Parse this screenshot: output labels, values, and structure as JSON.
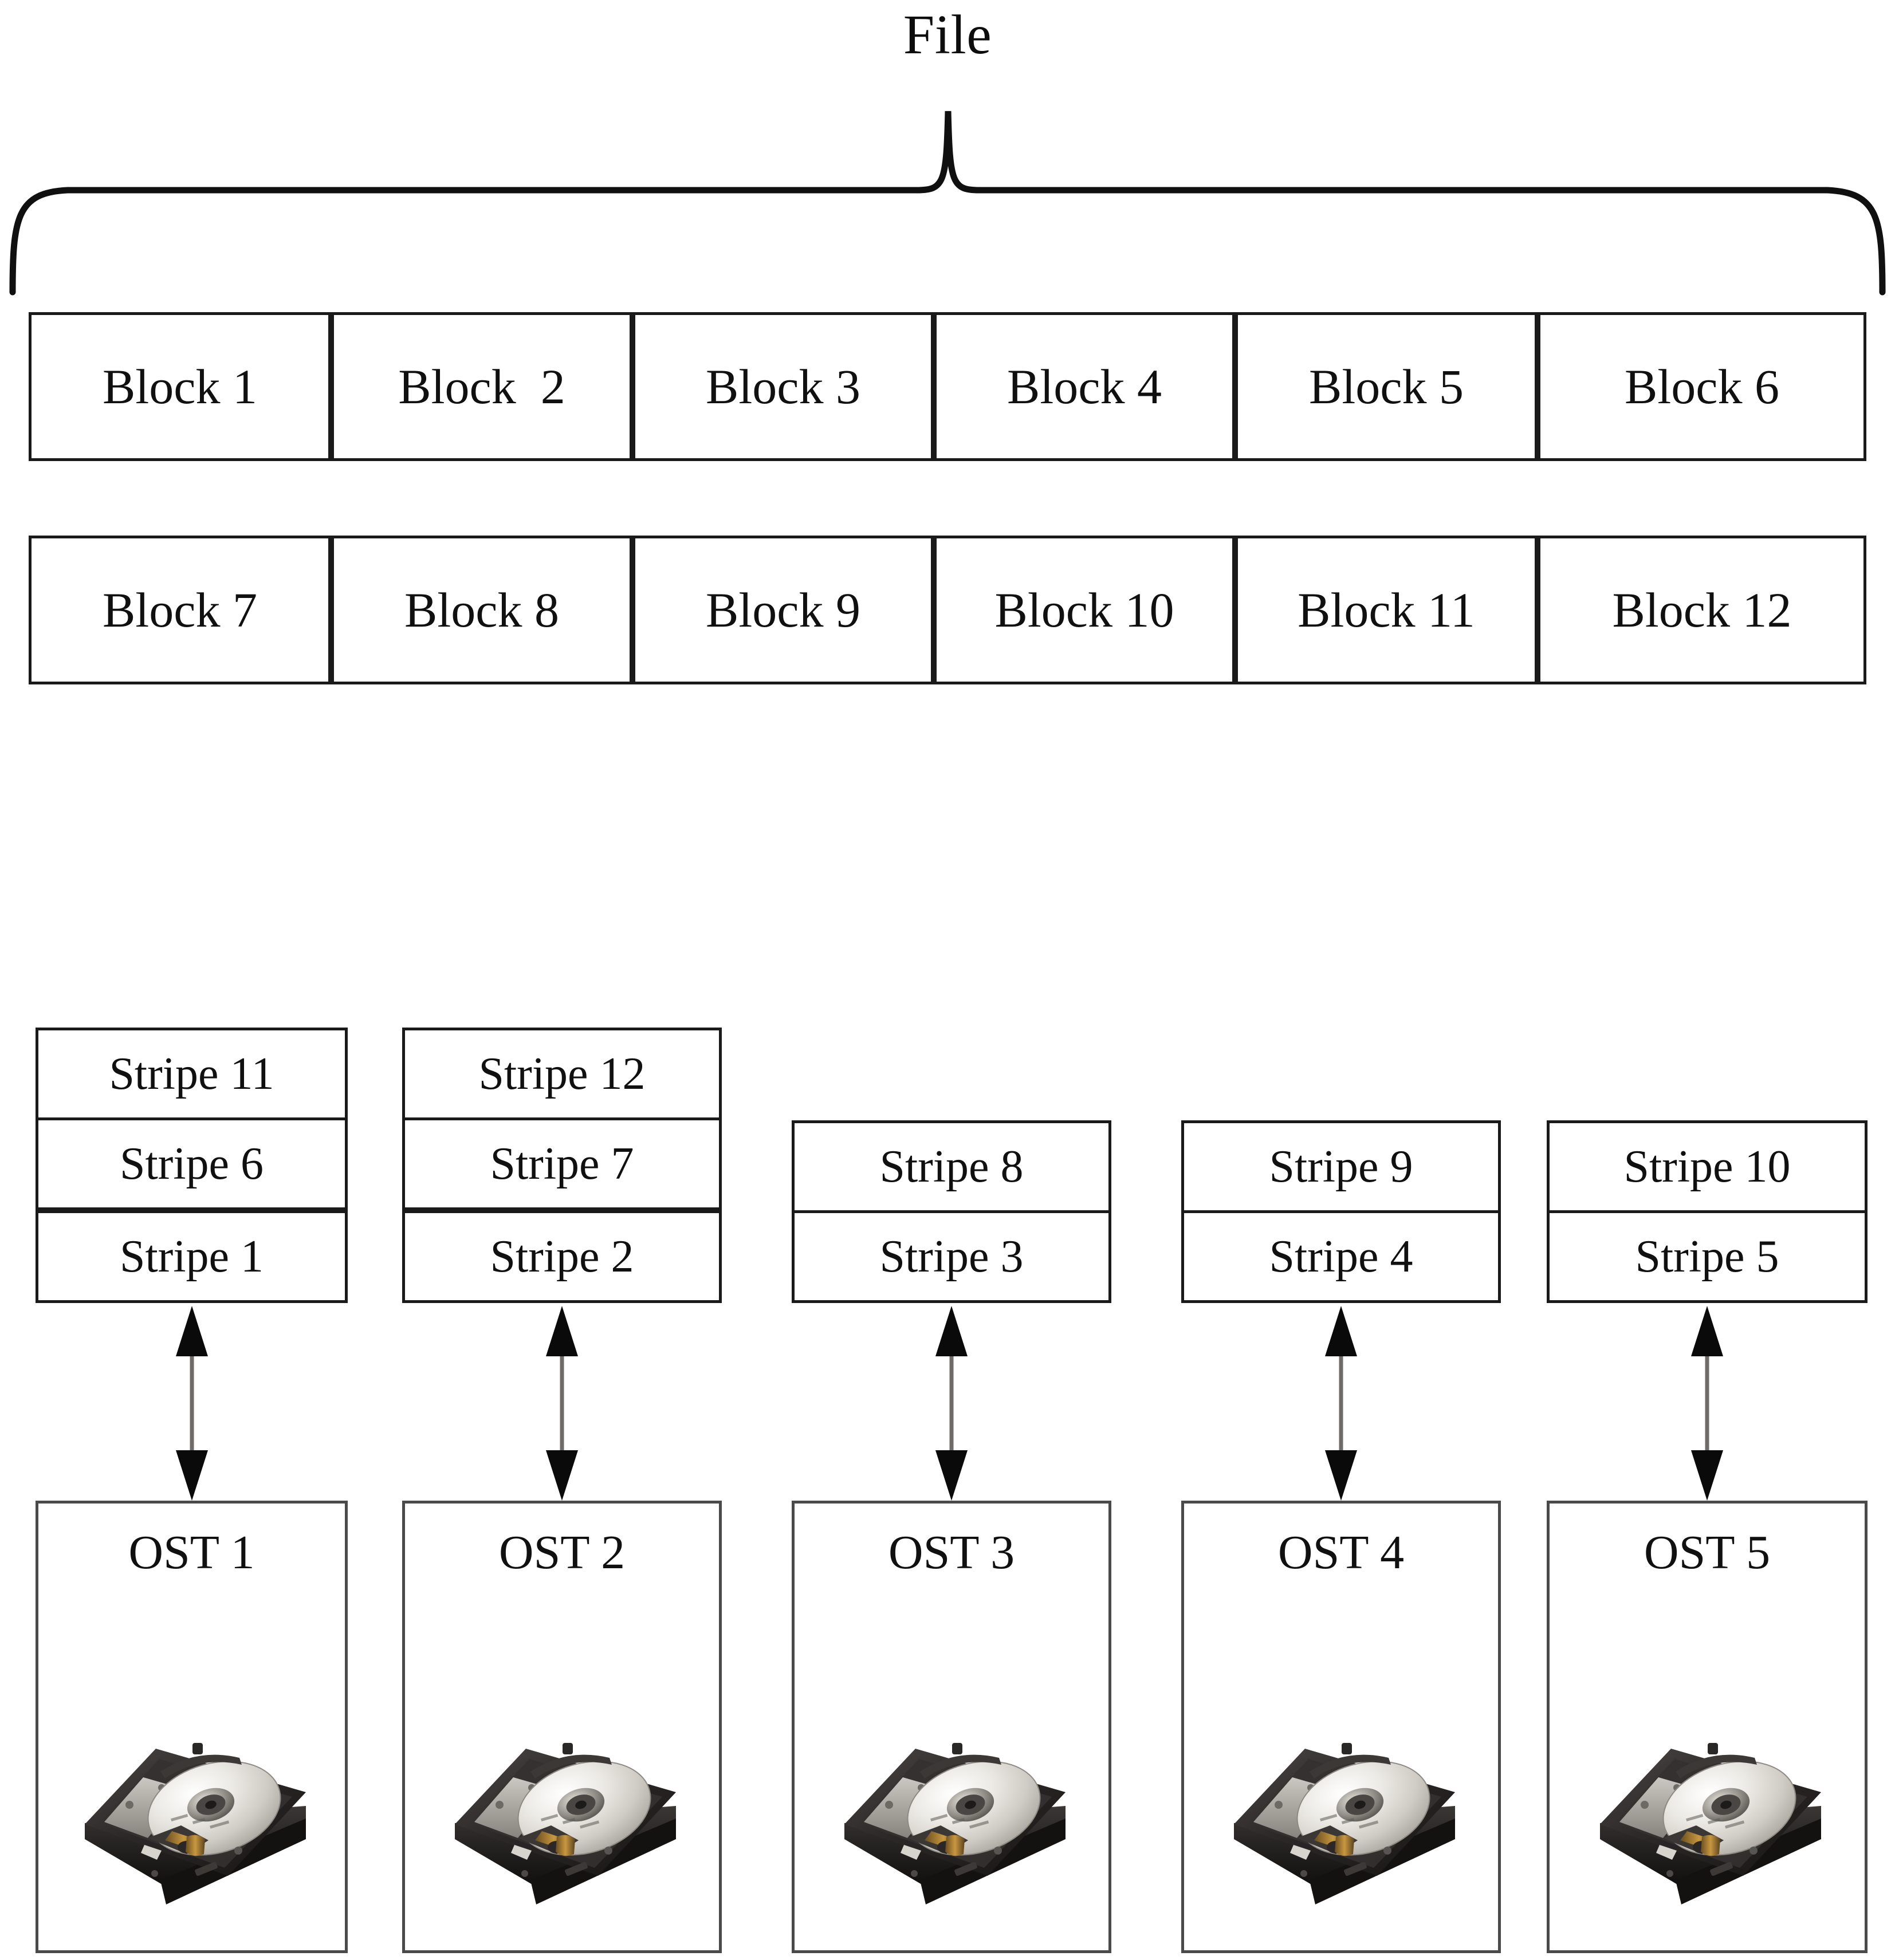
{
  "diagram": {
    "title": "File",
    "title_icon": "file-label",
    "brace_icon": "curly-brace-icon",
    "arrow_icon": "double-headed-arrow-icon",
    "disk_icon": "hard-disk-drive-icon",
    "colors": {
      "stroke_dark": "#1a1a1a",
      "stroke_gray": "#4a4a4a",
      "background": "#ffffff",
      "text": "#101010",
      "disk_body": "#2e2c2b",
      "disk_platter": "#d9d6d0",
      "disk_highlight": "#f2f0ec"
    }
  },
  "blocks": {
    "row1": [
      "Block 1",
      "Block  2",
      "Block 3",
      "Block 4",
      "Block 5",
      "Block 6"
    ],
    "row2": [
      "Block 7",
      "Block 8",
      "Block 9",
      "Block 10",
      "Block 11",
      "Block 12"
    ]
  },
  "ost_columns": [
    {
      "ost_label": "OST 1",
      "stripes": [
        "Stripe 11",
        "Stripe 6",
        "Stripe 1"
      ]
    },
    {
      "ost_label": "OST 2",
      "stripes": [
        "Stripe 12",
        "Stripe 7",
        "Stripe 2"
      ]
    },
    {
      "ost_label": "OST 3",
      "stripes": [
        "Stripe 8",
        "Stripe 3"
      ]
    },
    {
      "ost_label": "OST 4",
      "stripes": [
        "Stripe 9",
        "Stripe 4"
      ]
    },
    {
      "ost_label": "OST 5",
      "stripes": [
        "Stripe 10",
        "Stripe 5"
      ]
    }
  ]
}
